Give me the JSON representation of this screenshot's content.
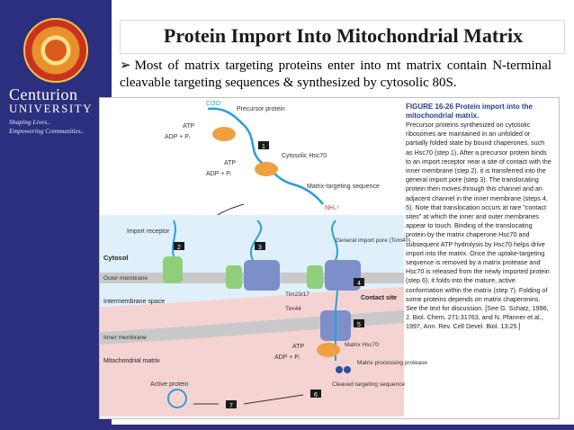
{
  "slide": {
    "title": "Protein Import Into Mitochondrial Matrix",
    "bullet": "Most of  matrix targeting proteins enter into mt matrix contain N-terminal cleavable targeting sequences & synthesized by cytosolic 80S."
  },
  "sidebar": {
    "brand_line1": "Centurion",
    "brand_line2": "UNIVERSITY",
    "tagline1": "Shaping Lives..",
    "tagline2": "Empowering Communities.."
  },
  "figure": {
    "labels": {
      "coo": "COO⁻",
      "precursor": "Precursor protein",
      "atp1": "ATP",
      "adp1": "ADP + Pᵢ",
      "atp2": "ATP",
      "adp2": "ADP + Pᵢ",
      "cyto_hsc70": "Cytosolic Hsc70",
      "matrix_seq": "Matrix-targeting sequence",
      "nh3": "NH₃⁺",
      "import_receptor": "Import receptor",
      "general_pore": "General import pore (Tom40)",
      "cytosol": "Cytosol",
      "outer_membrane": "Outer membrane",
      "contact_site": "Contact site",
      "tim2317": "Tim23/17",
      "tim44": "Tim44",
      "ims": "Intermembrane space",
      "inner_membrane": "Inner membrane",
      "atp3": "ATP",
      "adp3": "ADP + Pᵢ",
      "matrix_hsc70": "Matrix Hsc70",
      "protease": "Matrix processing protease",
      "mito_matrix": "Mitochondrial matrix",
      "active_protein": "Active protein",
      "cleaved_seq": "Cleaved targeting sequence"
    },
    "steps": [
      "1",
      "2",
      "3",
      "4",
      "5",
      "6",
      "7"
    ]
  },
  "caption": {
    "title": "FIGURE 16-26 Protein import into the mitochondrial matrix.",
    "text": "Precursor proteins synthesized on cytosolic ribosomes are maintained in an unfolded or partially folded state by bound chaperones, such as Hsc70 (step 1). After a precursor protein binds to an import receptor near a site of contact with the inner membrane (step 2), it is transferred into the general import pore (step 3). The translocating protein then moves through this channel and an adjacent channel in the inner membrane (steps 4, 5). Note that translocation occurs at rare \"contact sites\" at which the inner and outer membranes appear to touch. Binding of the translocating protein by the matrix chaperone Hsc70 and subsequent ATP hydrolysis by Hsc70 helps drive import into the matrix. Once the uptake-targeting sequence is removed by a matrix protease and Hsc70 is released from the newly imported protein (step 6), it folds into the mature, active conformation within the matrix (step 7). Folding of some proteins depends on matrix chaperonins. See the text for discussion. [See G. Schatz, 1996, J. Biol. Chem. 271:31763, and N. Pfanner et al., 1997, Ann. Rev. Cell Devel. Biol. 13:25.]"
  },
  "colors": {
    "sidebar": "#2c2f7d",
    "membrane": "#c9c9c9",
    "matrix_bg": "#f6d3d3",
    "cytosol_bg": "#dff0fa",
    "protein_line": "#2a9fd6",
    "hsc70": "#f0a040",
    "pore": "#7c8fc9",
    "receptor": "#8fcf7a",
    "step_box": "#1a1a1a"
  }
}
